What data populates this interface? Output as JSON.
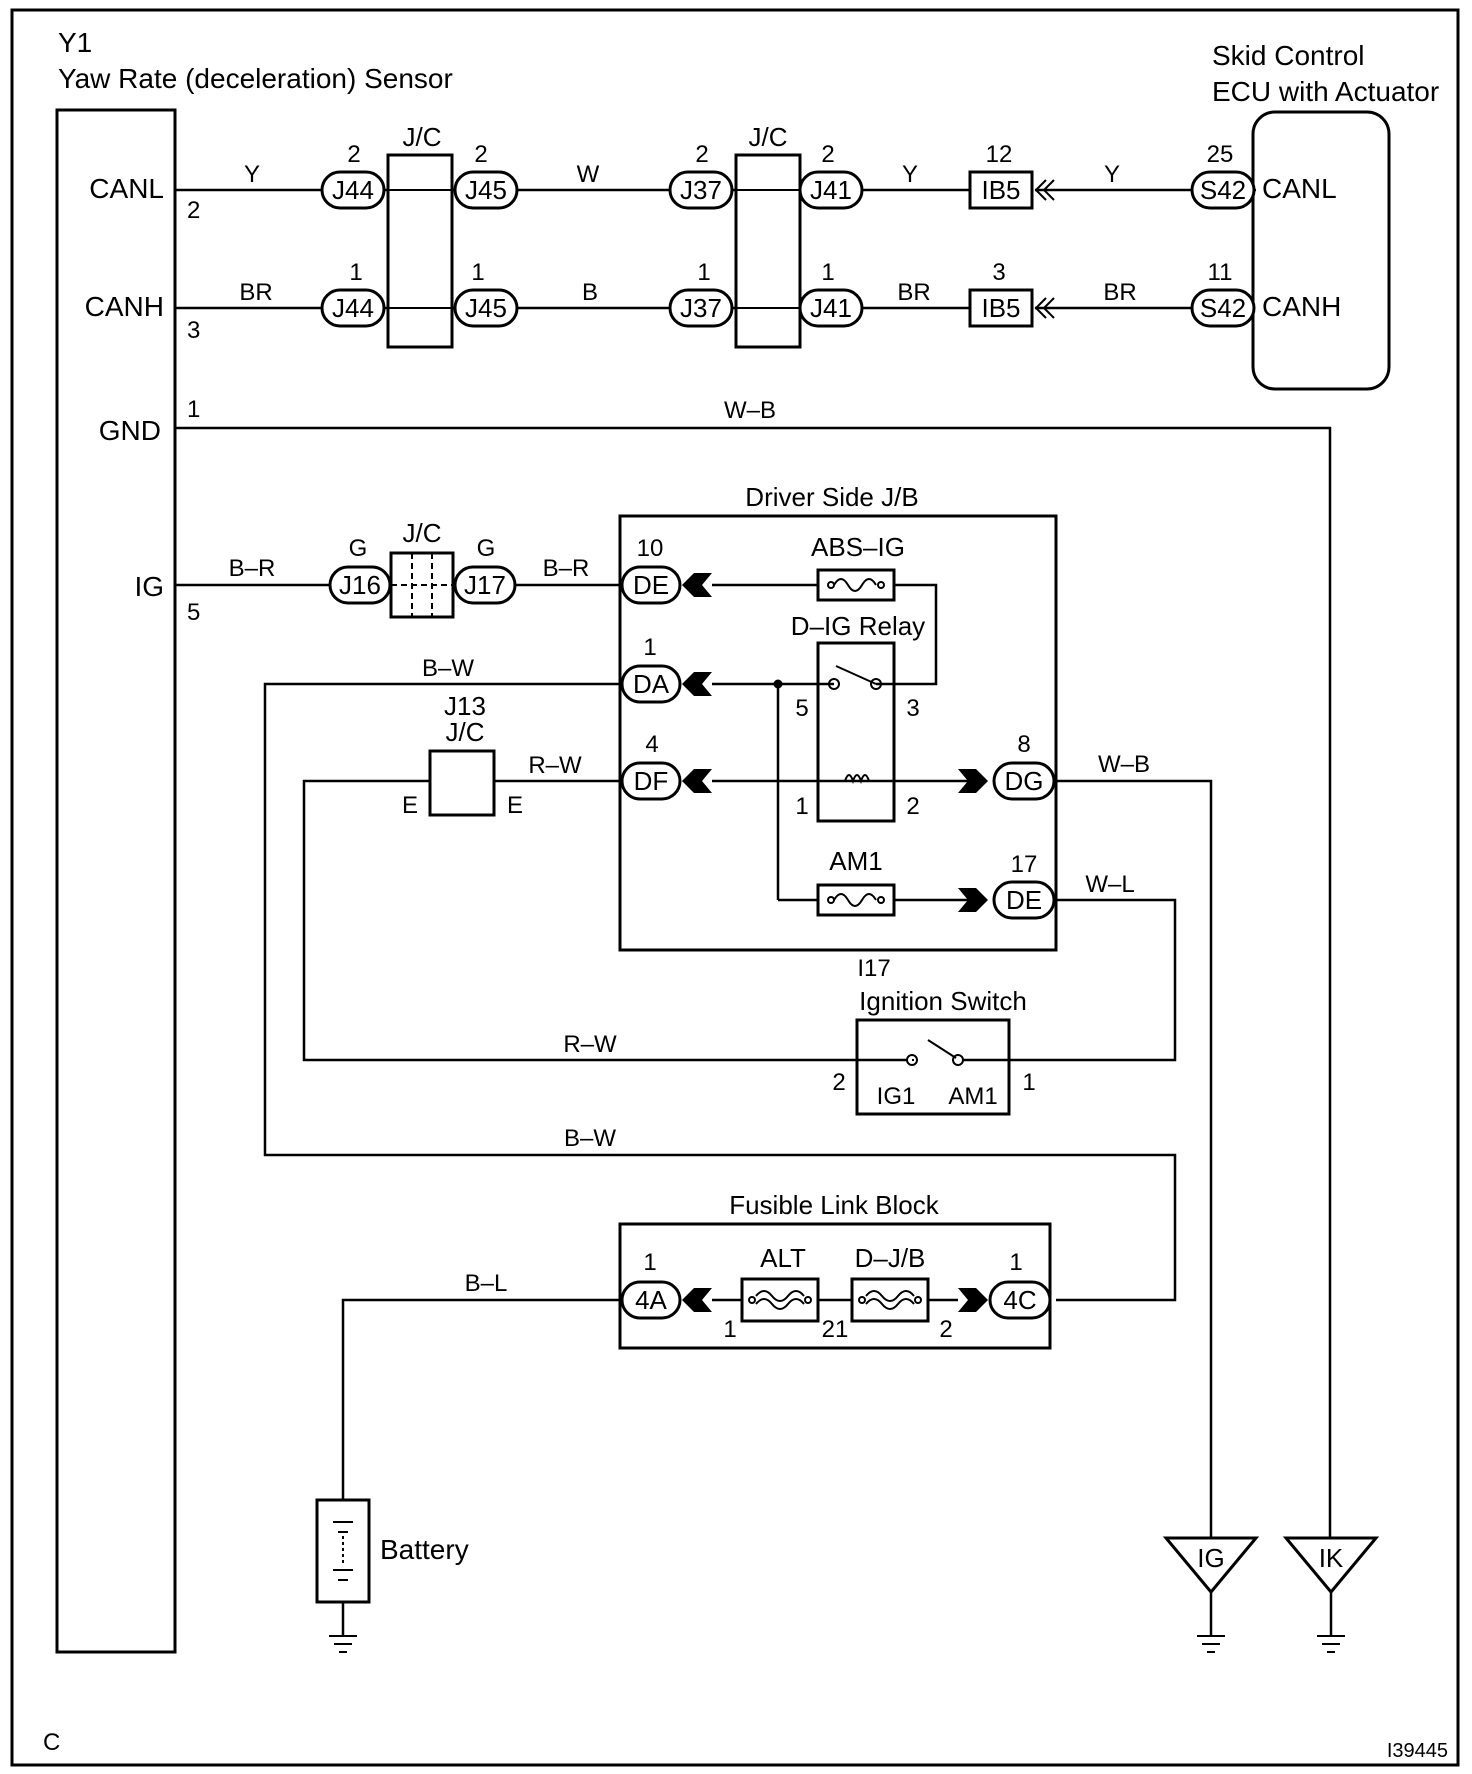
{
  "y1": {
    "code": "Y1",
    "name": "Yaw Rate (deceleration) Sensor",
    "pins": {
      "canl": {
        "label": "CANL",
        "num": "2"
      },
      "canh": {
        "label": "CANH",
        "num": "3"
      },
      "gnd": {
        "label": "GND",
        "num": "1"
      },
      "ig": {
        "label": "IG",
        "num": "5"
      }
    }
  },
  "ecu": {
    "name_line1": "Skid Control",
    "name_line2": "ECU with Actuator",
    "canl": {
      "label": "CANL",
      "num": "25",
      "conn": "S42"
    },
    "canh": {
      "label": "CANH",
      "num": "11",
      "conn": "S42"
    }
  },
  "can_jc": {
    "jc1_label": "J/C",
    "jc2_label": "J/C",
    "canl": {
      "j44": {
        "conn": "J44",
        "num": "2"
      },
      "j45": {
        "conn": "J45",
        "num": "2"
      },
      "j37": {
        "conn": "J37",
        "num": "2"
      },
      "j41": {
        "conn": "J41",
        "num": "2"
      },
      "ib5": {
        "conn": "IB5",
        "num": "12"
      }
    },
    "canh": {
      "j44": {
        "conn": "J44",
        "num": "1"
      },
      "j45": {
        "conn": "J45",
        "num": "1"
      },
      "j37": {
        "conn": "J37",
        "num": "1"
      },
      "j41": {
        "conn": "J41",
        "num": "1"
      },
      "ib5": {
        "conn": "IB5",
        "num": "3"
      }
    }
  },
  "wire_colors": {
    "canl_1": "Y",
    "canl_2": "W",
    "canl_3": "Y",
    "canl_4": "Y",
    "canh_1": "BR",
    "canh_2": "B",
    "canh_3": "BR",
    "canh_4": "BR",
    "gnd": "W–B",
    "ig_1": "B–R",
    "ig_2": "B–R",
    "da": "B–W",
    "df": "R–W",
    "dg": "W–B",
    "de17": "W–L",
    "ign_rw": "R–W",
    "bw_lower": "B–W",
    "bl": "B–L"
  },
  "ig_jc": {
    "label": "J/C",
    "j16": {
      "conn": "J16",
      "color": "G"
    },
    "j17": {
      "conn": "J17",
      "color": "G"
    }
  },
  "jb": {
    "title": "Driver Side J/B",
    "code": "I17",
    "de10": {
      "conn": "DE",
      "num": "10"
    },
    "da1": {
      "conn": "DA",
      "num": "1"
    },
    "df4": {
      "conn": "DF",
      "num": "4"
    },
    "dg8": {
      "conn": "DG",
      "num": "8"
    },
    "de17": {
      "conn": "DE",
      "num": "17"
    },
    "abs_ig": "ABS–IG",
    "relay": "D–IG Relay",
    "relay_pins": {
      "p5": "5",
      "p3": "3",
      "p1": "1",
      "p2": "2"
    },
    "am1": "AM1"
  },
  "j13": {
    "code": "J13",
    "label": "J/C",
    "left_pin": "E",
    "right_pin": "E"
  },
  "ignition": {
    "title": "Ignition Switch",
    "ig1": "IG1",
    "am1": "AM1",
    "pin_left": "2",
    "pin_right": "1"
  },
  "flb": {
    "title": "Fusible Link Block",
    "conn_a": {
      "conn": "4A",
      "num": "1"
    },
    "conn_c": {
      "conn": "4C",
      "num": "1"
    },
    "alt": "ALT",
    "djb": "D–J/B",
    "pin_1a": "1",
    "pin_21": "21",
    "pin_2": "2"
  },
  "battery": "Battery",
  "grounds": {
    "ig": "IG",
    "ik": "IK"
  },
  "corner_label": "C",
  "figure_id": "I39445"
}
